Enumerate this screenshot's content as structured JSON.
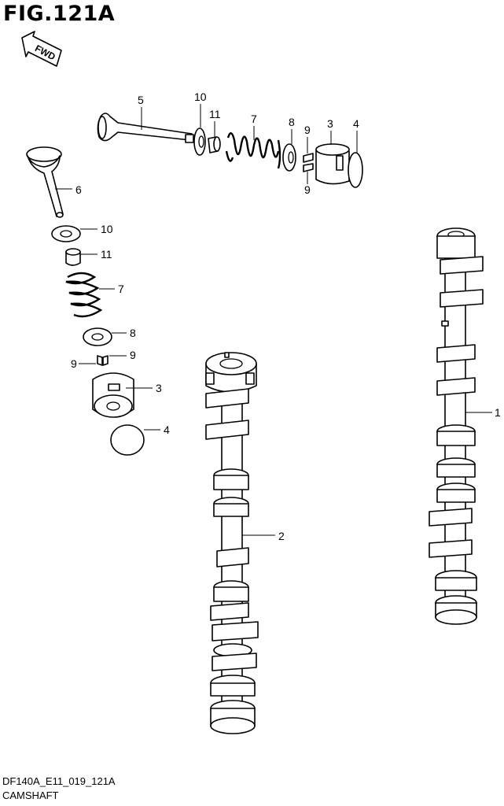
{
  "figure": {
    "title": "FIG.121A",
    "fwd_label": "FWD",
    "drawing_code": "DF140A_E11_019_121A",
    "section_name": "CAMSHAFT"
  },
  "callouts": {
    "c1": "1",
    "c2": "2",
    "c3_top": "3",
    "c4_top": "4",
    "c5": "5",
    "c6": "6",
    "c7_top": "7",
    "c8_top": "8",
    "c9_top_a": "9",
    "c9_top_b": "9",
    "c10_top": "10",
    "c11_top": "11",
    "c10_left": "10",
    "c11_left": "11",
    "c7_left": "7",
    "c8_left": "8",
    "c9_left_a": "9",
    "c9_left_b": "9",
    "c3_left": "3",
    "c4_left": "4"
  }
}
